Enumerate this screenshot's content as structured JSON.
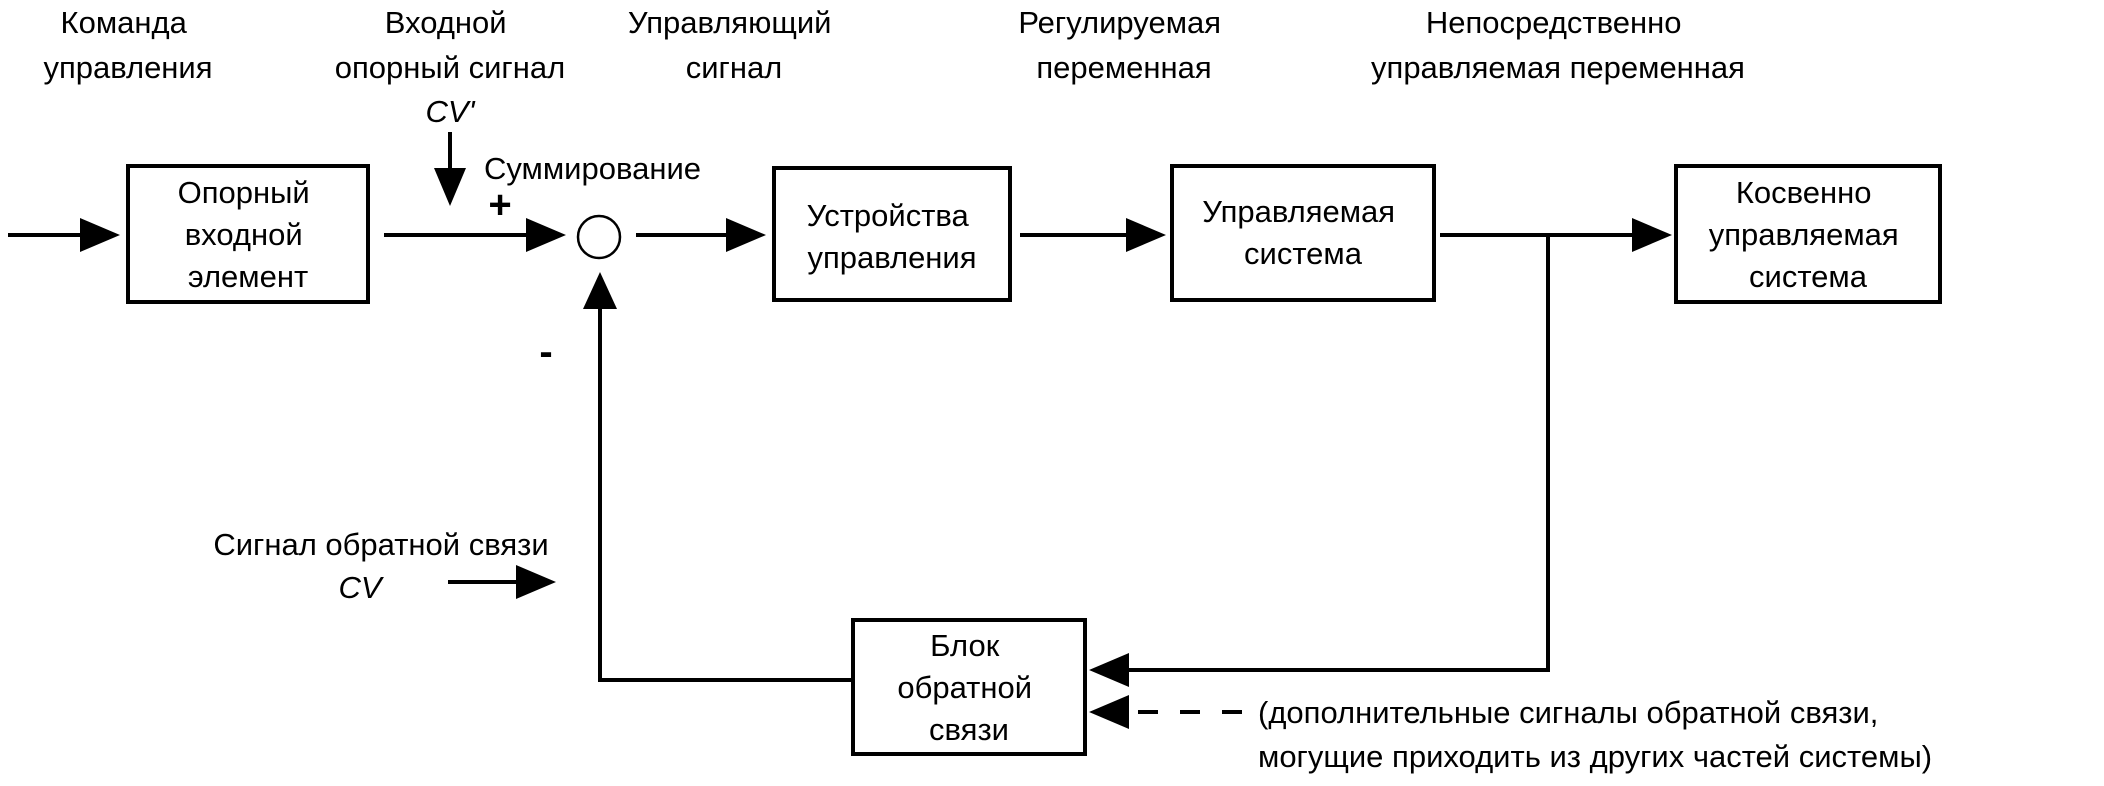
{
  "labels": {
    "command": [
      "Команда",
      "управления"
    ],
    "reference_signal": [
      "Входной",
      "опорный сигнал"
    ],
    "reference_symbol": "CV'",
    "actuating_signal": [
      "Управляющий",
      "сигнал"
    ],
    "controlled_variable": [
      "Регулируемая",
      "переменная"
    ],
    "direct_variable": [
      "Непосредственно",
      "управляемая переменная"
    ],
    "summation": "Суммирование",
    "plus_sign": "+",
    "minus_sign": "-",
    "feedback_signal": "Сигнал обратной связи",
    "feedback_symbol": "CV",
    "additional_feedback": [
      "(дополнительные сигналы обратной связи,",
      "могущие приходить из других частей системы)"
    ]
  },
  "blocks": {
    "reference_input": [
      "Опорный",
      "входной",
      "элемент"
    ],
    "control_device": [
      "Устройства",
      "управления"
    ],
    "controlled_system": [
      "Управляемая",
      "система"
    ],
    "indirect_system": [
      "Косвенно",
      "управляемая",
      "система"
    ],
    "feedback_block": [
      "Блок",
      "обратной",
      "связи"
    ]
  }
}
